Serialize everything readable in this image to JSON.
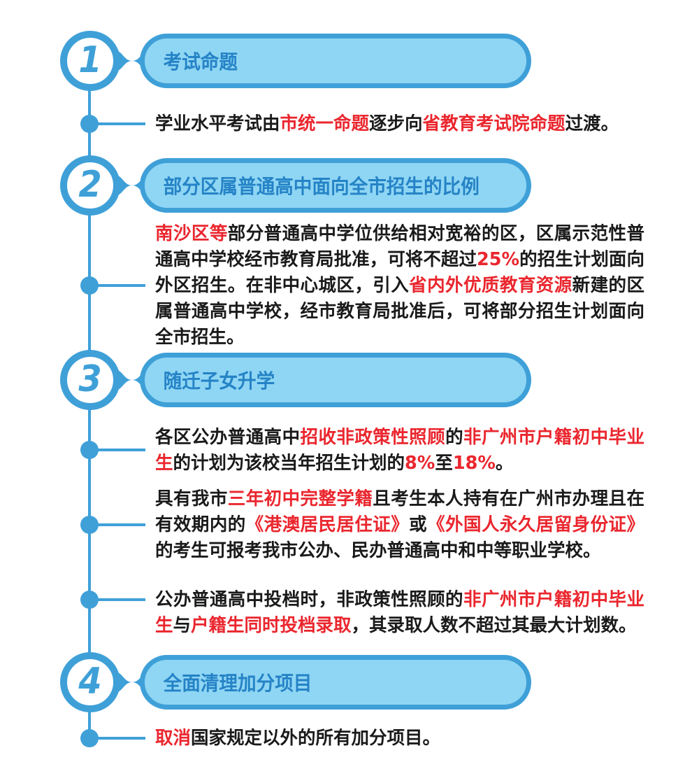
{
  "theme": {
    "accent_blue": "#3FA0D8",
    "pill_fill": "#8FD6F4",
    "title_text_blue": "#2583C6",
    "highlight_red": "#EA262E",
    "body_text": "#1a1a1a",
    "background": "#ffffff"
  },
  "sections": [
    {
      "number": "1",
      "title": "考试命题",
      "paragraphs": [
        {
          "runs": [
            {
              "text": "学业水平考试由",
              "hl": false
            },
            {
              "text": "市统一命题",
              "hl": true
            },
            {
              "text": "逐步向",
              "hl": false
            },
            {
              "text": "省教育考试院命题",
              "hl": true
            },
            {
              "text": "过渡。",
              "hl": false
            }
          ]
        }
      ]
    },
    {
      "number": "2",
      "title": "部分区属普通高中面向全市招生的比例",
      "paragraphs": [
        {
          "runs": [
            {
              "text": "南沙区等",
              "hl": true
            },
            {
              "text": "部分普通高中学位供给相对宽裕的区，区属示范性普通高中学校经市教育局批准，可将不超过",
              "hl": false
            },
            {
              "text": "25%",
              "hl": true
            },
            {
              "text": "的招生计划面向外区招生。在非中心城区，引入",
              "hl": false
            },
            {
              "text": "省内外优质教育资源",
              "hl": true
            },
            {
              "text": "新建的区属普通高中学校，经市教育局批准后，可将部分招生计划面向全市招生。",
              "hl": false
            }
          ]
        }
      ]
    },
    {
      "number": "3",
      "title": "随迁子女升学",
      "paragraphs": [
        {
          "runs": [
            {
              "text": "各区公办普通高中",
              "hl": false
            },
            {
              "text": "招收非政策性照顾",
              "hl": true
            },
            {
              "text": "的",
              "hl": false
            },
            {
              "text": "非广州市户籍初中毕业生",
              "hl": true
            },
            {
              "text": "的计划为该校当年招生计划的",
              "hl": false
            },
            {
              "text": "8%",
              "hl": true
            },
            {
              "text": "至",
              "hl": false
            },
            {
              "text": "18%",
              "hl": true
            },
            {
              "text": "。",
              "hl": false
            }
          ]
        },
        {
          "runs": [
            {
              "text": "具有我市",
              "hl": false
            },
            {
              "text": "三年初中完整学籍",
              "hl": true
            },
            {
              "text": "且考生本人持有在广州市办理且在有效期内的",
              "hl": false
            },
            {
              "text": "《港澳居民居住证》",
              "hl": true
            },
            {
              "text": "或",
              "hl": false
            },
            {
              "text": "《外国人永久居留身份证》",
              "hl": true
            },
            {
              "text": "的考生可报考我市公办、民办普通高中和中等职业学校。",
              "hl": false
            }
          ]
        },
        {
          "runs": [
            {
              "text": "公办普通高中投档时，非政策性照顾的",
              "hl": false
            },
            {
              "text": "非广州市户籍初中毕业生",
              "hl": true
            },
            {
              "text": "与",
              "hl": false
            },
            {
              "text": "户籍生同时投档录取",
              "hl": true
            },
            {
              "text": "，其录取人数不超过其最大计划数。",
              "hl": false
            }
          ]
        }
      ]
    },
    {
      "number": "4",
      "title": "全面清理加分项目",
      "paragraphs": [
        {
          "runs": [
            {
              "text": "取消",
              "hl": true
            },
            {
              "text": "国家规定以外的所有加分项目。",
              "hl": false
            }
          ]
        }
      ]
    }
  ]
}
